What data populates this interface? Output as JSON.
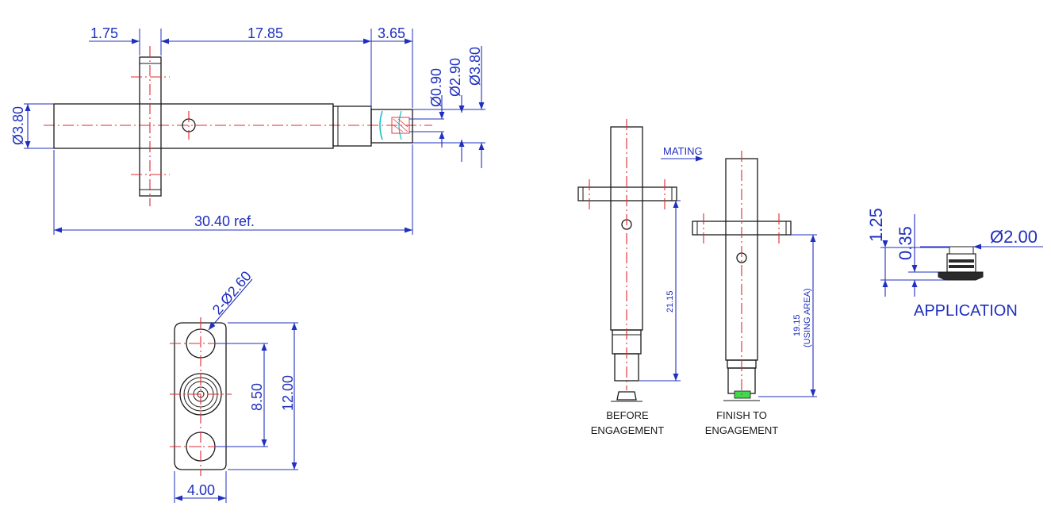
{
  "top_view": {
    "dim_flange_thickness": "1.75",
    "dim_body_length": "17.85",
    "dim_tip_length": "3.65",
    "dim_d090": "Ø0.90",
    "dim_d290": "Ø2.90",
    "dim_d380_right": "Ø3.80",
    "dim_d380_left": "Ø3.80",
    "dim_total_length": "30.40 ref."
  },
  "flange_view": {
    "dim_holes": "2-Ø2.60",
    "dim_hole_pitch": "8.50",
    "dim_height": "12.00",
    "dim_width": "4.00"
  },
  "mating_view": {
    "mating_label": "MATING",
    "dim_before": "21.15",
    "dim_finish": "19.15",
    "dim_finish_note": "(USING AREA)",
    "before_label_1": "BEFORE",
    "before_label_2": "ENGAGEMENT",
    "finish_label_1": "FINISH  TO",
    "finish_label_2": "ENGAGEMENT"
  },
  "application_view": {
    "dim_height": "1.25",
    "dim_gap": "0.35",
    "dim_diameter": "Ø2.00",
    "label": "APPLICATION"
  },
  "colors": {
    "dimension": "#1f2fbf",
    "centerline": "#e0282f",
    "outline": "#1a1a1a",
    "tip_highlight": "#19c1c8",
    "contact_highlight": "#3fd94a"
  }
}
